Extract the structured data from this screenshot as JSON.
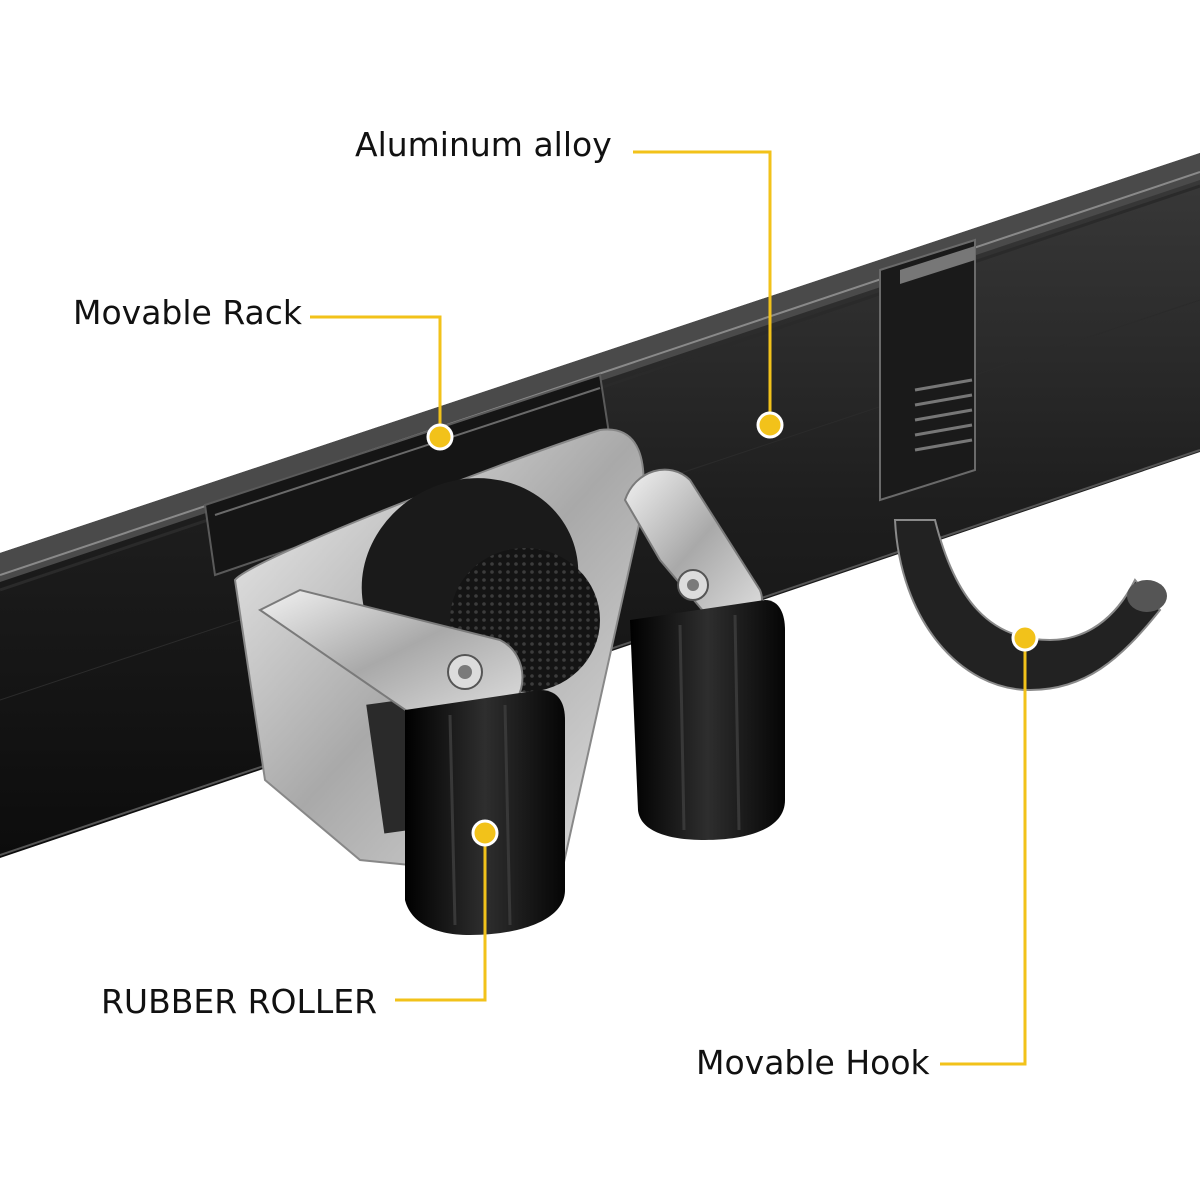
{
  "colors": {
    "callout": "#f2c21a",
    "rail": "#1c1c1c",
    "steel": "#c9c9c9",
    "rubber": "#111111"
  },
  "callouts": {
    "aluminum_alloy": "Aluminum alloy",
    "movable_rack": "Movable Rack",
    "rubber_roller": "RUBBER ROLLER",
    "movable_hook": "Movable Hook"
  }
}
